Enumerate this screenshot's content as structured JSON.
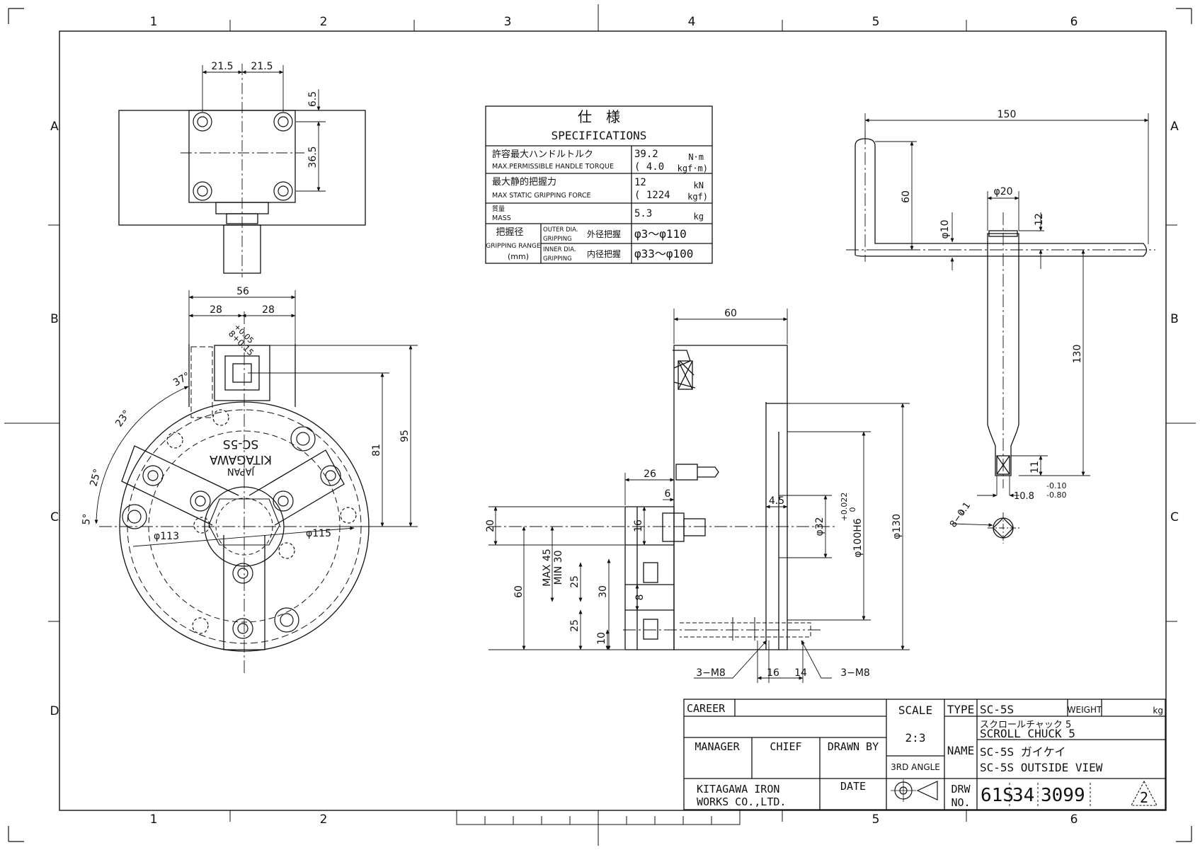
{
  "grid": {
    "columns_top": [
      "1",
      "2",
      "3",
      "4",
      "5",
      "6"
    ],
    "columns_bottom": [
      "1",
      "2",
      "5",
      "6"
    ],
    "rows_left": [
      "A",
      "B",
      "C",
      "D"
    ],
    "rows_right": [
      "A",
      "B",
      "C"
    ]
  },
  "specifications": {
    "title_jp": "仕　様",
    "title_en": "SPECIFICATIONS",
    "torque_jp": "許容最大ハンドルトルク",
    "torque_en": "MAX.PERMISSIBLE HANDLE TORQUE",
    "torque_value": "39.2",
    "torque_value2": "( 4.0",
    "torque_unit": "N·m",
    "torque_unit2": "kgf·m)",
    "force_jp": "最大静的把握力",
    "force_en": "MAX STATIC GRIPPING FORCE",
    "force_value": "12",
    "force_value2": "( 1224",
    "force_unit": "kN",
    "force_unit2": "kgf)",
    "mass_jp": "質量",
    "mass_en": "MASS",
    "mass_value": "5.3",
    "mass_unit": "kg",
    "range_jp": "把握径",
    "range_en": "GRIPPING RANGE",
    "range_unit": "(mm)",
    "outer_en1": "OUTER DIA.",
    "outer_en2": "GRIPPING",
    "outer_jp": "外径把握",
    "outer_value": "φ3～φ110",
    "inner_en1": "INNER DIA.",
    "inner_en2": "GRIPPING",
    "inner_jp": "内径把握",
    "inner_value": "φ33～φ100"
  },
  "top_view_dims": {
    "w1": "21.5",
    "w2": "21.5",
    "h1": "6.5",
    "h2": "36.5"
  },
  "front_view_dims": {
    "w56": "56",
    "w28a": "28",
    "w28b": "28",
    "sq": "8+0.15",
    "sq2": "+0.05",
    "a37": "37°",
    "a23": "23°",
    "a25": "25°",
    "a5": "5°",
    "d113": "φ113",
    "d115": "φ115",
    "h81": "81",
    "h95": "95",
    "chuck_model": "SC-5S",
    "chuck_brand": "KITAGAWA",
    "chuck_origin": "JAPAN"
  },
  "side_view_dims": {
    "w60": "60",
    "w26": "26",
    "w6": "6",
    "w4_5": "4.5",
    "h20": "20",
    "h16": "16",
    "h60": "60",
    "max45": "MAX 45",
    "min30": "MIN 30",
    "h25a": "25",
    "h30": "30",
    "h8": "8",
    "h25b": "25",
    "h10": "10",
    "d32": "φ32",
    "d100": "φ100H6",
    "tol_up": "+0.022",
    "tol_dn": "0",
    "d130": "φ130",
    "m8_left": "3−M8",
    "m8_right": "3−M8",
    "b16": "16",
    "b14": "14"
  },
  "handle_dims": {
    "w150": "150",
    "h60": "60",
    "d20": "φ20",
    "h12": "12",
    "d10": "φ10",
    "h130": "130",
    "h11": "11",
    "sq": "10.8",
    "sq_tol1": "-0.10",
    "sq_tol2": "-0.80",
    "sq8": "8−0.1",
    "sq8b": "0"
  },
  "title_block": {
    "career": "CAREER",
    "scale_label": "SCALE",
    "scale_value": "2:3",
    "angle": "3RD ANGLE",
    "type_label": "TYPE",
    "type_value": "SC-5S",
    "weight_label": "WEIGHT",
    "weight_unit": "kg",
    "name_label": "NAME",
    "name_jp1": "スクロールチャック 5",
    "name_en1": "SCROLL CHUCK 5",
    "name_jp2": "SC-5S ガイケイ",
    "name_en2": "SC-5S OUTSIDE VIEW",
    "manager": "MANAGER",
    "chief": "CHIEF",
    "drawn_by": "DRAWN BY",
    "date": "DATE",
    "company1": "KITAGAWA IRON",
    "company2": "WORKS CO.,LTD.",
    "drw_label1": "DRW",
    "drw_label2": "NO.",
    "drw_no1": "61S",
    "drw_no2": "34",
    "drw_no3": "3099",
    "revision": "2"
  }
}
